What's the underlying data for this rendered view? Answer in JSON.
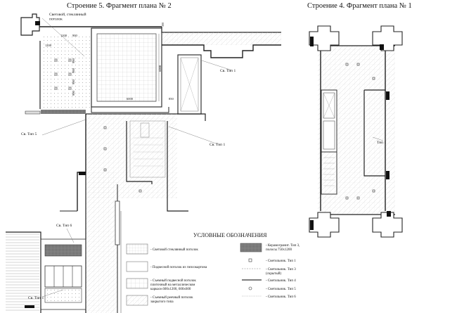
{
  "titles": {
    "left": "Строение 5. Фрагмент плана № 2",
    "right": "Строение 4. Фрагмент плана № 1"
  },
  "labels": {
    "skylight": "Световой, стеклянный\nпотолок",
    "sv_tip1_a": "Св. Тип 1",
    "sv_tip5": "Св. Тип 5",
    "sv_tip1_b": "Св. Тип 1",
    "sv_tip6": "Св. Тип 6",
    "sv_tip1_c": "Св. Тип 1",
    "tip1_right": "Тип 1"
  },
  "dimensions": {
    "d1200_top": "1200",
    "d900_top": "900",
    "d1200_left": "1200",
    "d900_v1": "900",
    "d900_v2": "900",
    "d900_v3": "900",
    "d900_v4": "900",
    "d6000_h": "6000",
    "d6000_v": "6000",
    "d850": "850",
    "d_small": "300"
  },
  "legend": {
    "title": "УСЛОВНЫЕ ОБОЗНАЧЕНИЯ",
    "left": [
      "- Световой стеклянный потолок",
      "- Подвесной потолок из гипсокартона",
      "- Съемный подвесной потолок\nплиточный на металлическом\nкаркасе.600х1200, 600х600",
      "- Съемный реечный потолок\nзакрытого типа"
    ],
    "right": [
      "- Керамогранит. Тип 3,\nполосы 750х1200",
      "- Светильник. Тип 1",
      "- Светильник. Тип 3\n(скрытый)",
      "- Светильник. Тип 4",
      "- Светильник. Тип 5",
      "- Светильник. Тип 6"
    ]
  }
}
